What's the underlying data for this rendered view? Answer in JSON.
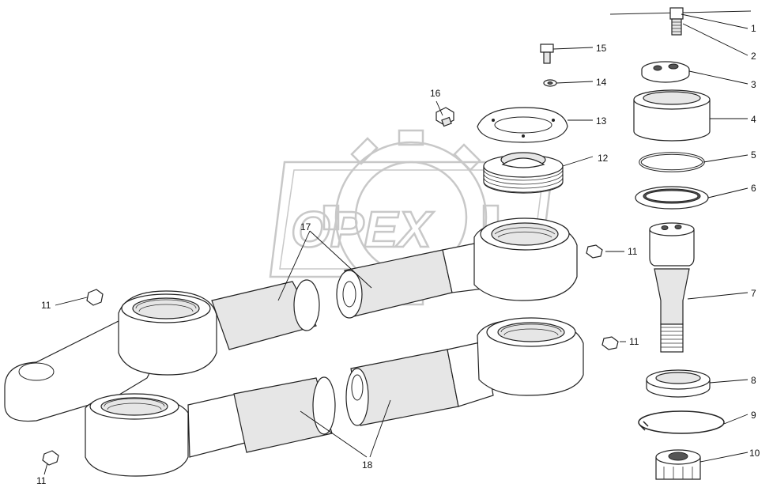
{
  "watermark": {
    "text": "OPEX"
  },
  "callouts": [
    {
      "id": "c1",
      "text": "1"
    },
    {
      "id": "c2",
      "text": "2"
    },
    {
      "id": "c3",
      "text": "3"
    },
    {
      "id": "c4",
      "text": "4"
    },
    {
      "id": "c5",
      "text": "5"
    },
    {
      "id": "c6",
      "text": "6"
    },
    {
      "id": "c7",
      "text": "7"
    },
    {
      "id": "c8",
      "text": "8"
    },
    {
      "id": "c9",
      "text": "9"
    },
    {
      "id": "c10",
      "text": "10"
    },
    {
      "id": "c11a",
      "text": "11"
    },
    {
      "id": "c11b",
      "text": "11"
    },
    {
      "id": "c11c",
      "text": "11"
    },
    {
      "id": "c11d",
      "text": "11"
    },
    {
      "id": "c12",
      "text": "12"
    },
    {
      "id": "c13",
      "text": "13"
    },
    {
      "id": "c14",
      "text": "14"
    },
    {
      "id": "c15",
      "text": "15"
    },
    {
      "id": "c16",
      "text": "16"
    },
    {
      "id": "c17",
      "text": "17"
    },
    {
      "id": "c18",
      "text": "18"
    }
  ],
  "colors": {
    "line": "#222222",
    "shade": "#e6e6e6",
    "watermark": "#c8c8c8"
  }
}
